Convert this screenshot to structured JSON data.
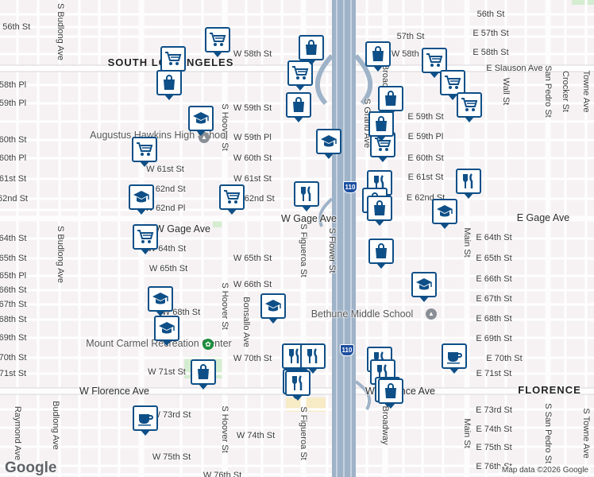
{
  "area_labels": [
    "SOUTH LOS ANGELES",
    "FLORENCE"
  ],
  "poi_labels": [
    "Augustus Hawkins High School",
    "Bethune Middle School",
    "Mount Carmel Recreation Center"
  ],
  "highway_shield": "110",
  "logo": "Google",
  "attribution": "Map data ©2026 Google",
  "street_labels": [
    "W 56th St",
    "56th St",
    "57th St",
    "W 58th St",
    "W 58th St",
    "E 57th St",
    "E 58th St",
    "E Slauson Ave",
    "58th Pl",
    "59th Pl",
    "60th St",
    "60th Pl",
    "61st St",
    "62nd St",
    "64th St",
    "65th St",
    "65th Pl",
    "66th St",
    "67th St",
    "68th St",
    "69th St",
    "70th St",
    "71st St",
    "W 59th St",
    "W 59th Pl",
    "W 60th St",
    "W 61st St",
    "W 61st St",
    "W 62nd St",
    "W 62nd Pl",
    "W 62nd St",
    "W 64th St",
    "W 65th St",
    "W 65th St",
    "W 66th St",
    "W 68th St",
    "W 70th St",
    "W 71st St",
    "W Gage Ave",
    "W Gage Ave",
    "E Gage Ave",
    "W Florence Ave",
    "W Florence Ave",
    "FLORENCE",
    "E 59th St",
    "E 59th Pl",
    "E 60th St",
    "E 61st St",
    "E 62nd St",
    "E 64th St",
    "E 65th St",
    "E 66th St",
    "E 67th St",
    "E 68th St",
    "E 69th St",
    "E 70th St",
    "E 71st St",
    "E 73rd St",
    "E 74th St",
    "E 75th St",
    "E 76th St",
    "W 73rd St",
    "W 74th St",
    "W 75th St",
    "W 76th St",
    "S Budlong Ave",
    "S Budlong Ave",
    "Budlong Ave",
    "Raymond Ave",
    "S Hoover St",
    "S Hoover St",
    "S Hoover St",
    "Bonsallo Ave",
    "S Figueroa St",
    "S Figueroa St",
    "S Flower St",
    "S Grand Ave",
    "S Broadway",
    "Broadway",
    "Main St",
    "Main St",
    "Wall St",
    "Crocker St",
    "San Pedro St",
    "S San Pedro St",
    "Towne Ave",
    "S Towne Ave"
  ],
  "markers": [
    {
      "type": "shopping",
      "icon": "shopping-cart-icon"
    },
    {
      "type": "shopping",
      "icon": "shopping-cart-icon"
    },
    {
      "type": "shopping",
      "icon": "shopping-bag-icon"
    },
    {
      "type": "school",
      "icon": "graduation-cap-icon"
    },
    {
      "type": "shopping",
      "icon": "shopping-cart-icon"
    },
    {
      "type": "shopping",
      "icon": "shopping-cart-icon"
    },
    {
      "type": "school",
      "icon": "graduation-cap-icon"
    },
    {
      "type": "shopping",
      "icon": "shopping-cart-icon"
    },
    {
      "type": "school",
      "icon": "graduation-cap-icon"
    },
    {
      "type": "school",
      "icon": "graduation-cap-icon"
    },
    {
      "type": "shopping",
      "icon": "shopping-bag-icon"
    },
    {
      "type": "school",
      "icon": "graduation-cap-icon"
    },
    {
      "type": "cafe",
      "icon": "coffee-cup-icon"
    },
    {
      "type": "shopping",
      "icon": "shopping-bag-icon"
    },
    {
      "type": "shopping",
      "icon": "shopping-cart-icon"
    },
    {
      "type": "shopping",
      "icon": "shopping-bag-icon"
    },
    {
      "type": "school",
      "icon": "graduation-cap-icon"
    },
    {
      "type": "restaurant",
      "icon": "fork-knife-icon"
    },
    {
      "type": "restaurant",
      "icon": "fork-knife-icon"
    },
    {
      "type": "restaurant",
      "icon": "fork-knife-icon"
    },
    {
      "type": "restaurant",
      "icon": "fork-knife-icon"
    },
    {
      "type": "shopping",
      "icon": "shopping-bag-icon"
    },
    {
      "type": "shopping",
      "icon": "shopping-bag-icon"
    },
    {
      "type": "shopping",
      "icon": "shopping-cart-icon"
    },
    {
      "type": "shopping",
      "icon": "shopping-bag-icon"
    },
    {
      "type": "restaurant",
      "icon": "fork-knife-icon"
    },
    {
      "type": "shopping",
      "icon": "shopping-bag-icon"
    },
    {
      "type": "shopping",
      "icon": "shopping-bag-icon"
    },
    {
      "type": "restaurant",
      "icon": "fork-knife-icon"
    },
    {
      "type": "shopping",
      "icon": "shopping-bag-icon"
    },
    {
      "type": "shopping",
      "icon": "shopping-cart-icon"
    },
    {
      "type": "shopping",
      "icon": "shopping-cart-icon"
    },
    {
      "type": "shopping",
      "icon": "shopping-cart-icon"
    },
    {
      "type": "restaurant",
      "icon": "fork-knife-icon"
    },
    {
      "type": "school",
      "icon": "graduation-cap-icon"
    },
    {
      "type": "school",
      "icon": "graduation-cap-icon"
    },
    {
      "type": "restaurant",
      "icon": "fork-knife-icon"
    },
    {
      "type": "cafe",
      "icon": "coffee-cup-icon"
    },
    {
      "type": "restaurant",
      "icon": "fork-knife-icon"
    },
    {
      "type": "shopping",
      "icon": "shopping-bag-icon"
    },
    {
      "type": "shopping",
      "icon": "shopping-bag-icon"
    }
  ]
}
